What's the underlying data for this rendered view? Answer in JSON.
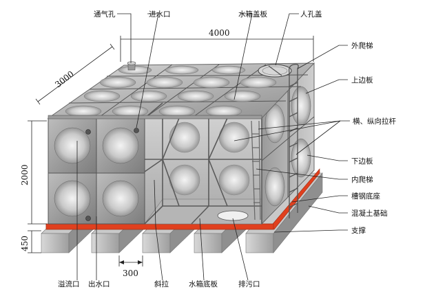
{
  "labels": {
    "vent_hole": "通气孔",
    "inlet": "进水口",
    "tank_cover": "水箱盖板",
    "manhole_cover": "人孔盖",
    "outer_ladder": "外爬梯",
    "upper_edge_plate": "上边板",
    "tie_rods": "横、纵向拉杆",
    "lower_edge_plate": "下边板",
    "inner_ladder": "内爬梯",
    "channel_steel_base": "槽钢底座",
    "concrete_foundation": "混凝土基础",
    "support": "支撑",
    "overflow": "溢流口",
    "outlet": "出水口",
    "diagonal_brace": "斜拉",
    "tank_bottom_plate": "水箱底板",
    "drain": "排污口"
  },
  "dimensions": {
    "length": "4000",
    "width": "3000",
    "height": "2000",
    "foundation_height": "450",
    "foundation_spacing": "300"
  },
  "colors": {
    "panel_light": "#e6e6e6",
    "panel_dark": "#8c8c8c",
    "base_red": "#e0401e",
    "concrete": "#bdbdbd"
  }
}
